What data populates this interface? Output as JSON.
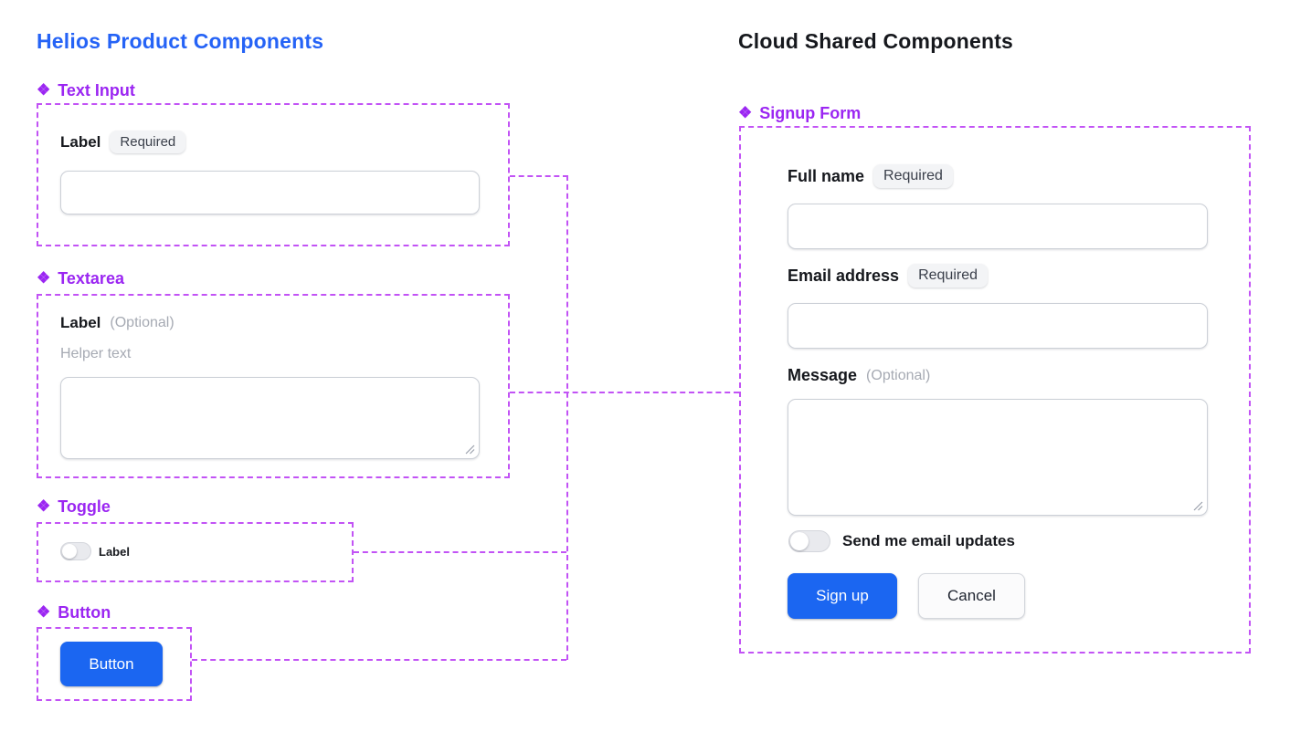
{
  "colors": {
    "title_blue": "#2563f6",
    "heading_dark": "#16181d",
    "component_purple": "#9b26f2",
    "outline_purple": "#c253f5",
    "primary_blue": "#1b66f1",
    "badge_bg": "#f3f4f6",
    "muted_gray": "#a6aab3"
  },
  "icons": {
    "component_marker": "❖"
  },
  "left_panel": {
    "title": "Helios Product Components",
    "text_input": {
      "section": "Text Input",
      "label": "Label",
      "badge": "Required",
      "value": "",
      "placeholder": ""
    },
    "textarea": {
      "section": "Textarea",
      "label": "Label",
      "optional": "(Optional)",
      "helper": "Helper text",
      "value": ""
    },
    "toggle": {
      "section": "Toggle",
      "label": "Label",
      "state": "off"
    },
    "button": {
      "section": "Button",
      "label": "Button"
    }
  },
  "right_panel": {
    "title": "Cloud Shared Components",
    "signup_form": {
      "section": "Signup Form",
      "full_name": {
        "label": "Full name",
        "badge": "Required",
        "value": ""
      },
      "email": {
        "label": "Email address",
        "badge": "Required",
        "value": ""
      },
      "message": {
        "label": "Message",
        "optional": "(Optional)",
        "value": ""
      },
      "updates_toggle": {
        "label": "Send me email updates",
        "state": "off"
      },
      "submit_label": "Sign up",
      "cancel_label": "Cancel"
    }
  }
}
